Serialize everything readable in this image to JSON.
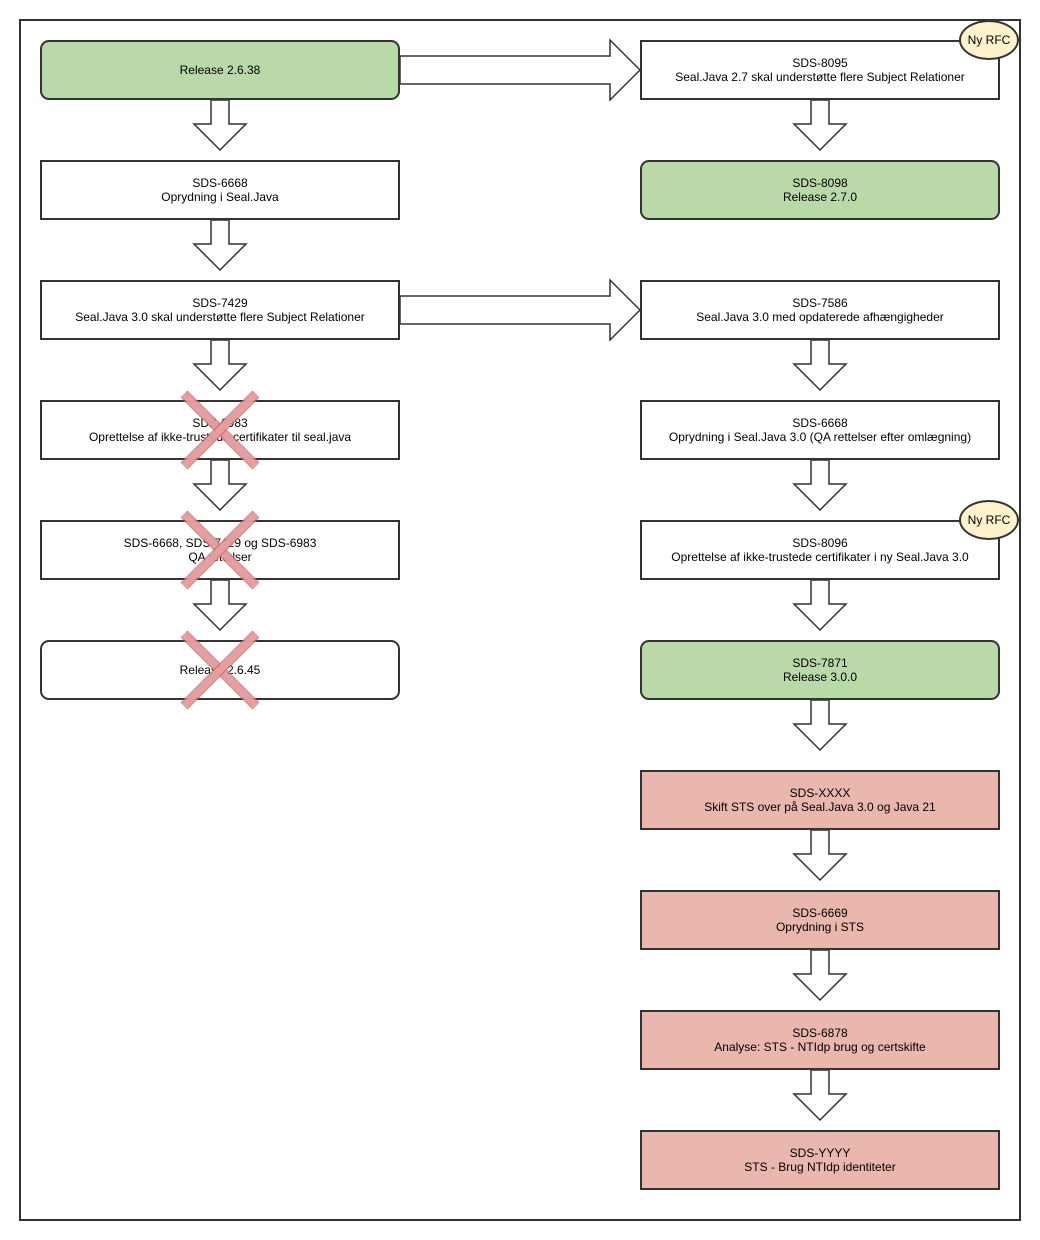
{
  "colors": {
    "green_fill": "#b9d9a9",
    "red_fill": "#e9b7ae",
    "badge_fill": "#fff2cc",
    "cross_color": "#e8a0a0"
  },
  "nodes": {
    "release_2638": {
      "line1": "Release 2.6.38"
    },
    "sds_6668_a": {
      "line1": "SDS-6668",
      "line2": "Oprydning i Seal.Java"
    },
    "sds_7429": {
      "line1": "SDS-7429",
      "line2": "Seal.Java 3.0 skal understøtte flere Subject Relationer"
    },
    "sds_6983": {
      "line1": "SDS-6983",
      "line2": "Oprettelse af ikke-trustede certifikater til seal.java"
    },
    "qa": {
      "line1": "SDS-6668, SDS-7429 og SDS-6983",
      "line2": "QA rettelser"
    },
    "release_2645": {
      "line1": "Release 2.6.45"
    },
    "sds_8095": {
      "line1": "SDS-8095",
      "line2": "Seal.Java 2.7 skal understøtte flere Subject Relationer"
    },
    "sds_8098": {
      "line1": "SDS-8098",
      "line2": "Release 2.7.0"
    },
    "sds_7586": {
      "line1": "SDS-7586",
      "line2": "Seal.Java 3.0 med opdaterede afhængigheder"
    },
    "sds_6668_b": {
      "line1": "SDS-6668",
      "line2": "Oprydning i Seal.Java 3.0 (QA rettelser efter omlægning)"
    },
    "sds_8096": {
      "line1": "SDS-8096",
      "line2": "Oprettelse af ikke-trustede certifikater i ny Seal.Java 3.0"
    },
    "sds_7871": {
      "line1": "SDS-7871",
      "line2": "Release 3.0.0"
    },
    "sds_xxxx": {
      "line1": "SDS-XXXX",
      "line2": "Skift STS over på Seal.Java 3.0 og Java 21"
    },
    "sds_6669": {
      "line1": "SDS-6669",
      "line2": "Oprydning i STS"
    },
    "sds_6878": {
      "line1": "SDS-6878",
      "line2": "Analyse: STS - NTIdp brug og certskifte"
    },
    "sds_yyyy": {
      "line1": "SDS-YYYY",
      "line2": "STS - Brug NTIdp identiteter"
    }
  },
  "badges": {
    "rfc_8095": "Ny RFC",
    "rfc_8096": "Ny RFC"
  }
}
